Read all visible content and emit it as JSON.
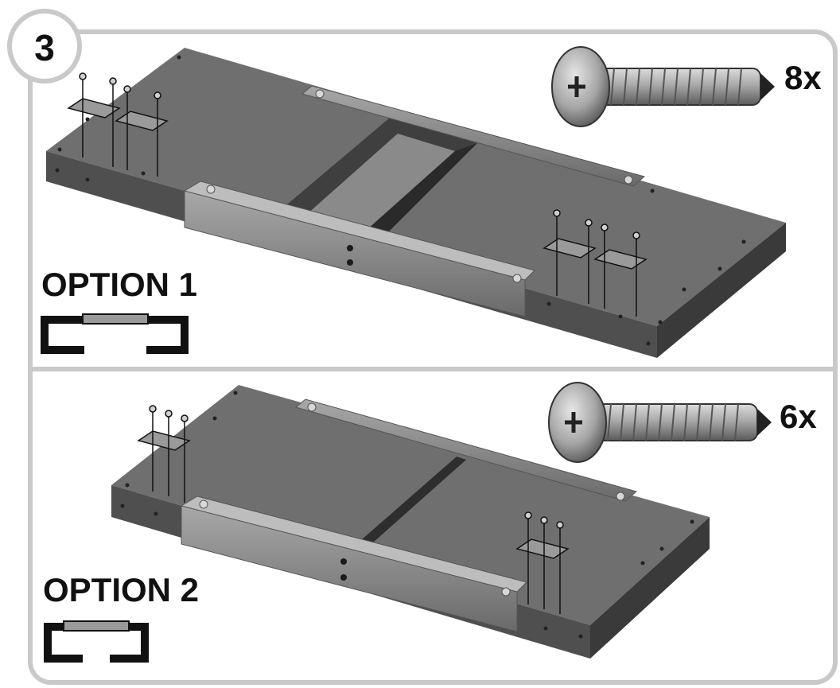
{
  "step": {
    "number": "3"
  },
  "panels": [
    {
      "id": "option-1",
      "label": "OPTION 1",
      "screw_quantity": "8x",
      "brackets": 4,
      "screws_per_bracket": 2,
      "layout": "two-piece split frame with center channel"
    },
    {
      "id": "option-2",
      "label": "OPTION 2",
      "screw_quantity": "6x",
      "brackets": 2,
      "screws_per_bracket": 3,
      "layout": "compact joined frame"
    }
  ],
  "colors": {
    "frame_border": "#c9c9c9",
    "board_top": "#6e6e6e",
    "board_front": "#4f4f4f",
    "board_side": "#3b3b3b",
    "rail": "#8c8c8c",
    "screw": "#a9a9a9",
    "ink": "#111111",
    "icon_fill": "#9a9a9a"
  },
  "icons": {
    "screw": "pan-head-phillips-screw-icon",
    "option_schematic": "bracket-schematic-icon"
  }
}
